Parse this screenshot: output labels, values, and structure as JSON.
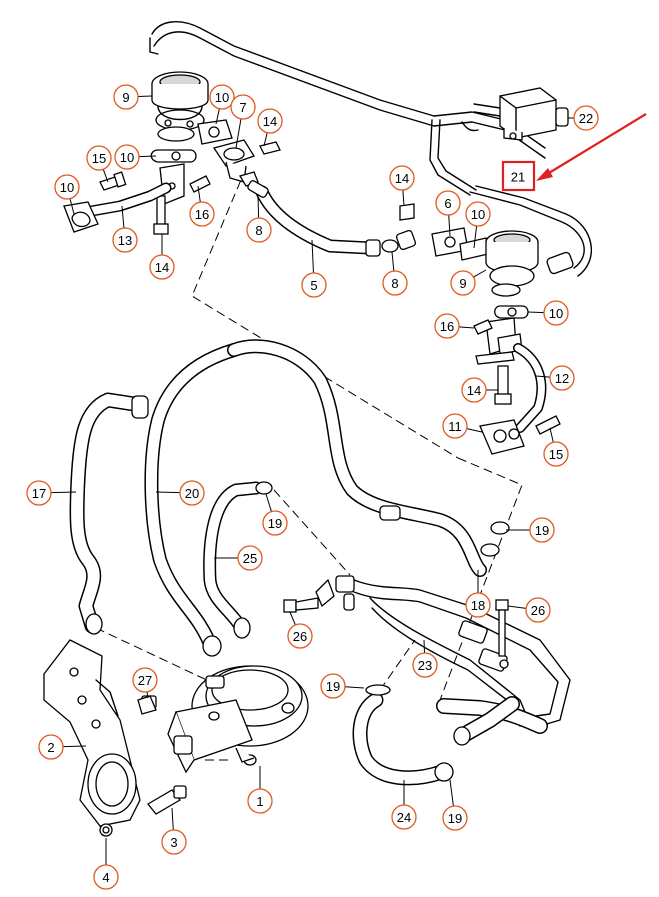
{
  "callouts": [
    {
      "id": "c9a",
      "label": "9"
    },
    {
      "id": "c10a",
      "label": "10"
    },
    {
      "id": "c7",
      "label": "7"
    },
    {
      "id": "c14a",
      "label": "14"
    },
    {
      "id": "c15a",
      "label": "15"
    },
    {
      "id": "c10b",
      "label": "10"
    },
    {
      "id": "c10c",
      "label": "10"
    },
    {
      "id": "c16a",
      "label": "16"
    },
    {
      "id": "c13",
      "label": "13"
    },
    {
      "id": "c14b",
      "label": "14"
    },
    {
      "id": "c8a",
      "label": "8"
    },
    {
      "id": "c5",
      "label": "5"
    },
    {
      "id": "c14c",
      "label": "14"
    },
    {
      "id": "c6",
      "label": "6"
    },
    {
      "id": "c10d",
      "label": "10"
    },
    {
      "id": "c8b",
      "label": "8"
    },
    {
      "id": "c9b",
      "label": "9"
    },
    {
      "id": "c22",
      "label": "22"
    },
    {
      "id": "c16b",
      "label": "16"
    },
    {
      "id": "c10e",
      "label": "10"
    },
    {
      "id": "c12",
      "label": "12"
    },
    {
      "id": "c14d",
      "label": "14"
    },
    {
      "id": "c11",
      "label": "11"
    },
    {
      "id": "c15b",
      "label": "15"
    },
    {
      "id": "c17",
      "label": "17"
    },
    {
      "id": "c20",
      "label": "20"
    },
    {
      "id": "c19a",
      "label": "19"
    },
    {
      "id": "c19b",
      "label": "19"
    },
    {
      "id": "c25",
      "label": "25"
    },
    {
      "id": "c18",
      "label": "18"
    },
    {
      "id": "c26a",
      "label": "26"
    },
    {
      "id": "c26b",
      "label": "26"
    },
    {
      "id": "c23",
      "label": "23"
    },
    {
      "id": "c27",
      "label": "27"
    },
    {
      "id": "c19c",
      "label": "19"
    },
    {
      "id": "c2",
      "label": "2"
    },
    {
      "id": "c1",
      "label": "1"
    },
    {
      "id": "c3",
      "label": "3"
    },
    {
      "id": "c24",
      "label": "24"
    },
    {
      "id": "c19d",
      "label": "19"
    },
    {
      "id": "c4",
      "label": "4"
    }
  ],
  "highlight": {
    "label": "21",
    "color": "#e0201e"
  },
  "colors": {
    "callout_border": "#e05a1e",
    "highlight": "#e0201e",
    "line": "#000000"
  }
}
